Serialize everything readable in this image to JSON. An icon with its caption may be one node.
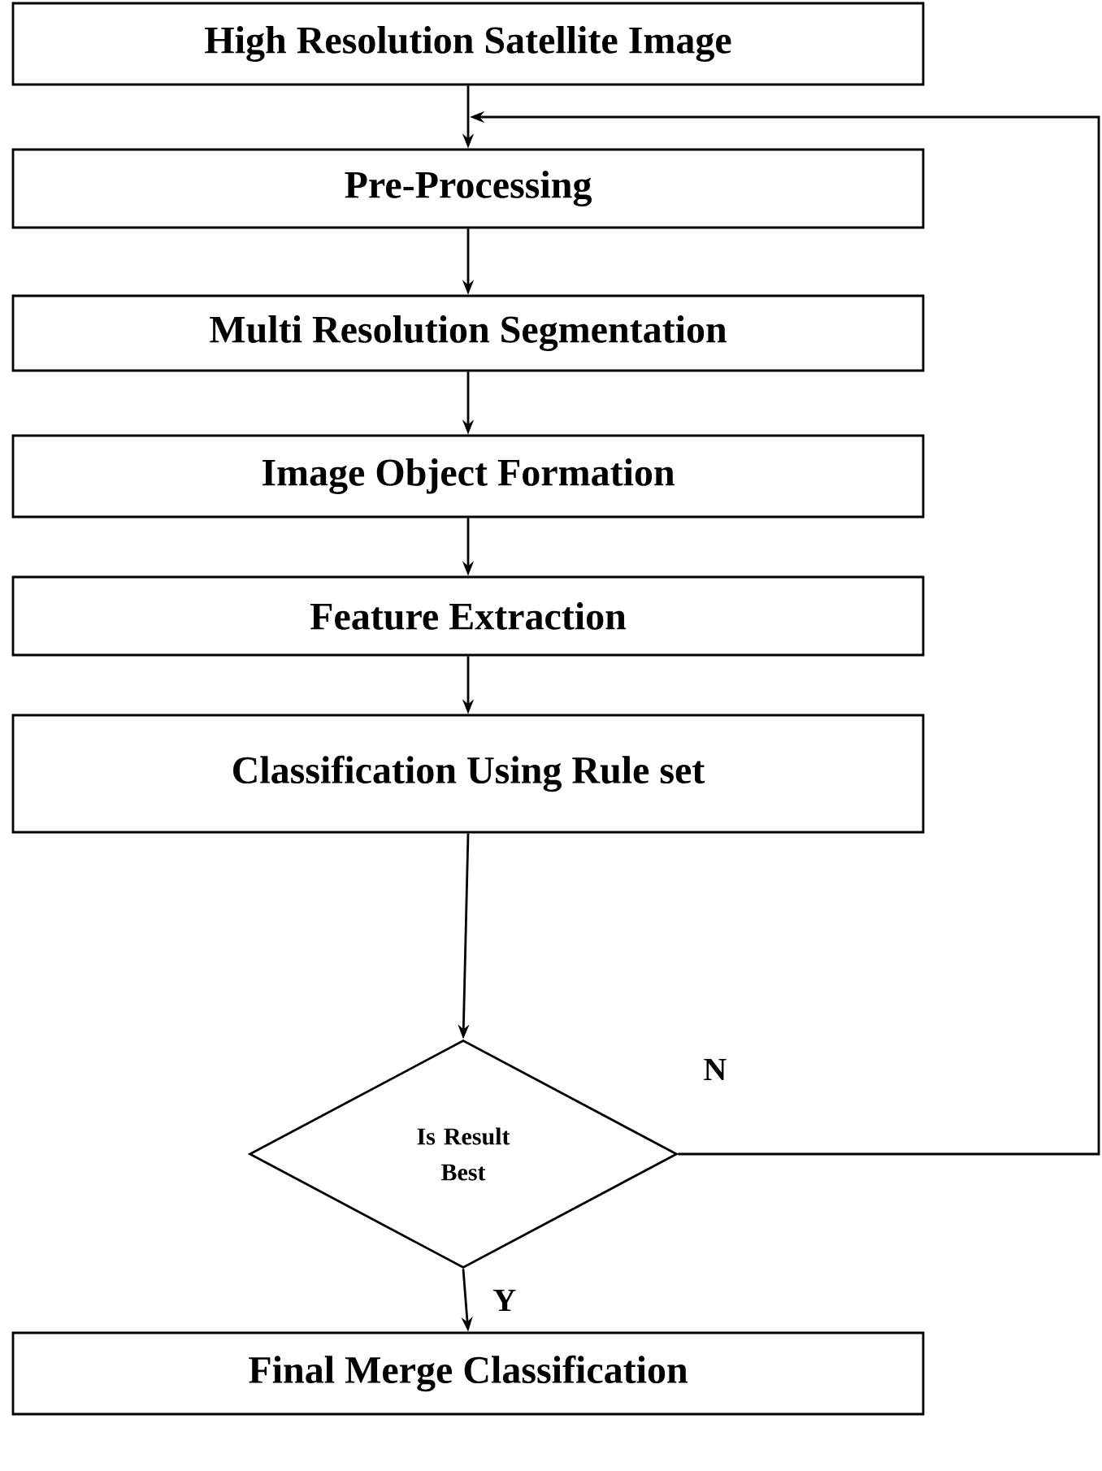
{
  "diagram": {
    "nodes": [
      {
        "text": [
          "High Resolution Satellite Image"
        ]
      },
      {
        "text": [
          "Pre-Processing"
        ]
      },
      {
        "text": [
          "Multi Resolution Segmentation"
        ]
      },
      {
        "text": [
          "Image Object Formation"
        ]
      },
      {
        "text": [
          "Feature Extraction"
        ]
      },
      {
        "text": [
          "Classification Using Rule set"
        ]
      },
      {
        "text": [
          "Is Result Best"
        ]
      },
      {
        "text": [
          "Final Merge Classification"
        ]
      }
    ],
    "edges": [
      {
        "from": 0,
        "to": 1,
        "arrow": "to"
      },
      {
        "from": 1,
        "to": 2,
        "arrow": "to"
      },
      {
        "from": 2,
        "to": 3,
        "arrow": "to"
      },
      {
        "from": 3,
        "to": 4,
        "arrow": "to"
      },
      {
        "from": 4,
        "to": 5,
        "arrow": "to"
      },
      {
        "from": 5,
        "to": 6,
        "arrow": "to"
      },
      {
        "from": 6,
        "to": 7,
        "arrow": "to",
        "label": "Y"
      },
      {
        "from": 6,
        "to": 1,
        "arrow": "to",
        "label": "N"
      }
    ]
  }
}
